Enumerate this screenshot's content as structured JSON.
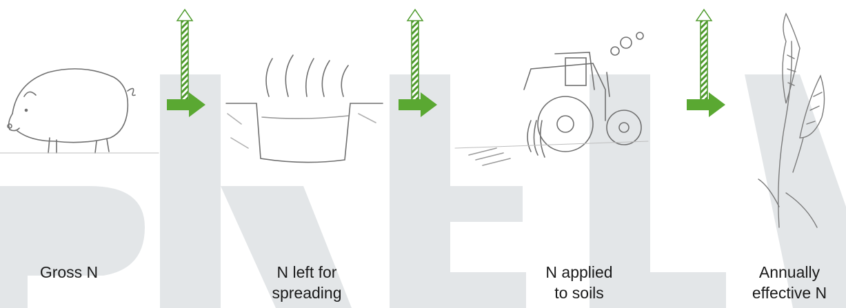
{
  "stages": [
    {
      "illustration": "pig-sketch",
      "label_lines": [
        "Gross N"
      ]
    },
    {
      "illustration": "manure-pit-sketch",
      "label_lines": [
        "N left for",
        "spreading"
      ]
    },
    {
      "illustration": "tractor-spreader-sketch",
      "label_lines": [
        "N applied",
        "to soils"
      ]
    },
    {
      "illustration": "wheat-sketch",
      "label_lines": [
        "Annually",
        "effective N"
      ]
    }
  ],
  "icons": {
    "loss_arrow": "hatched-up-arrow-icon",
    "flow_arrow": "right-arrow-icon"
  },
  "colors": {
    "arrow_green": "#5aa832",
    "hatch_green": "#4e9a2c",
    "watermark_gray": "#e3e6e8",
    "sketch_stroke": "#6f6f6f",
    "label_text": "#1a1a1a"
  }
}
